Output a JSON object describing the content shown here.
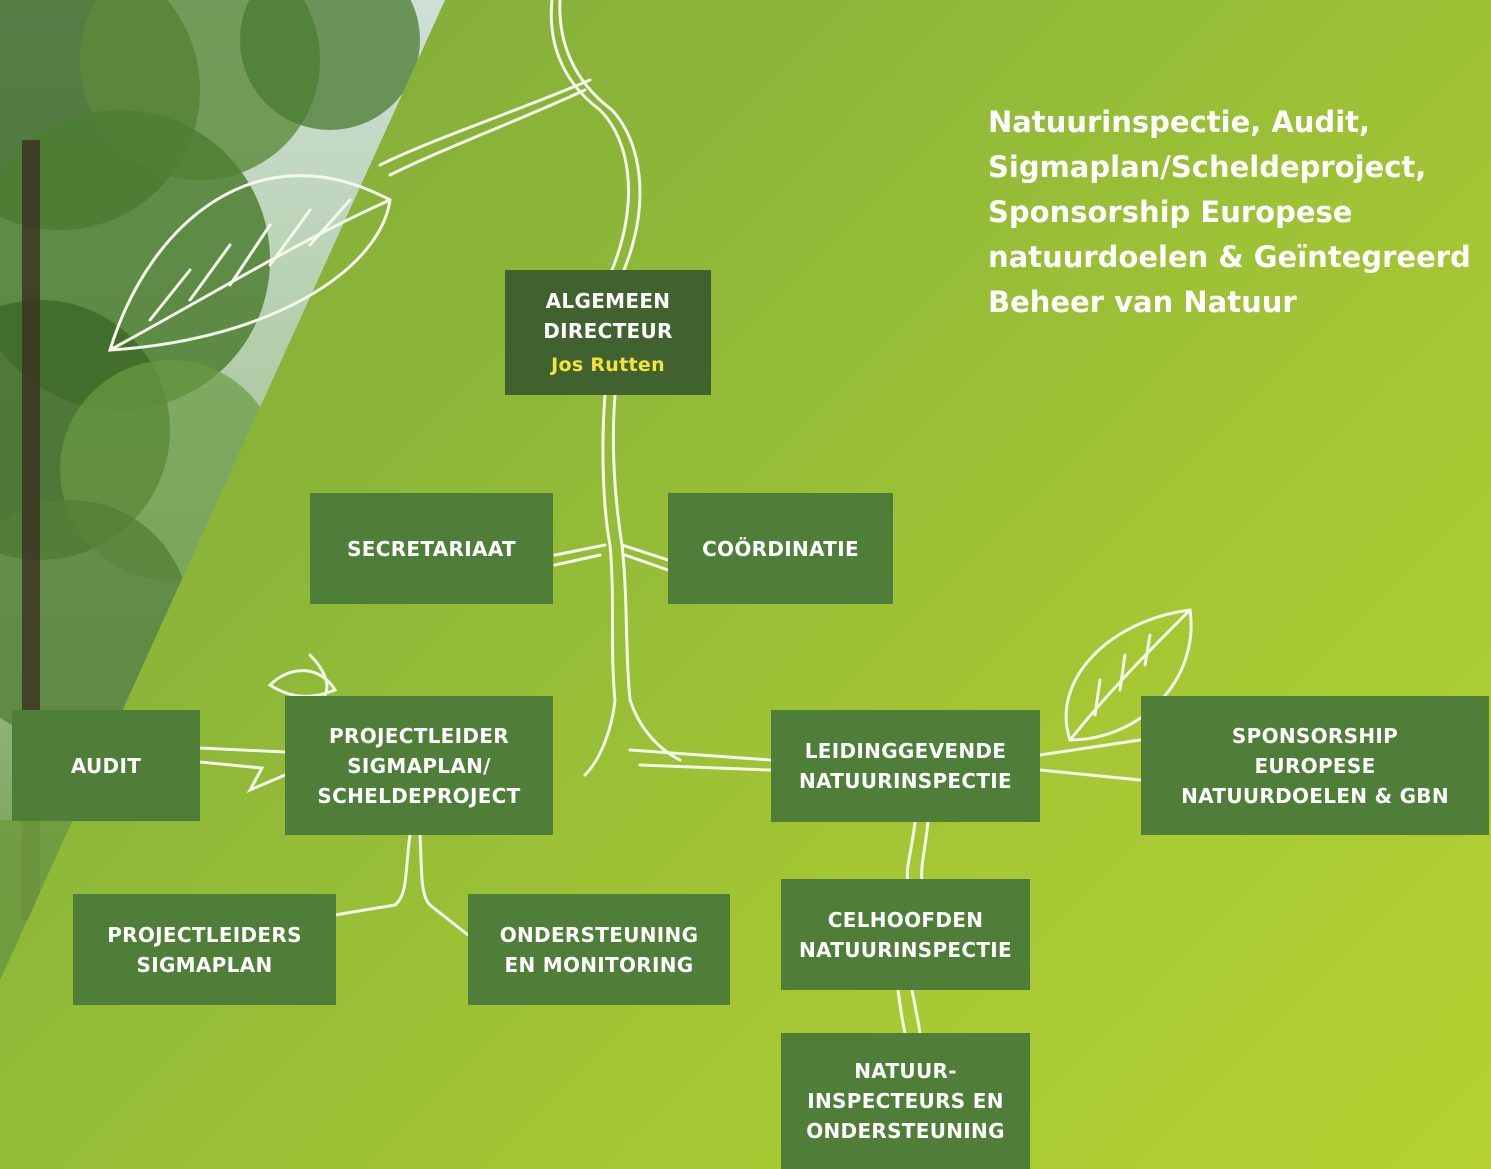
{
  "heading": {
    "lines": [
      "Natuurinspectie, Audit,",
      "Sigmaplan/Scheldeproject,",
      "Sponsorship Europese",
      "natuurdoelen & Geïntegreerd",
      "Beheer van Natuur"
    ]
  },
  "nodes": {
    "director": {
      "title_lines": [
        "ALGEMEEN",
        "DIRECTEUR"
      ],
      "name": "Jos Rutten"
    },
    "secretariaat": {
      "lines": [
        "SECRETARIAAT"
      ]
    },
    "coordinatie": {
      "lines": [
        "COÖRDINATIE"
      ]
    },
    "audit": {
      "lines": [
        "AUDIT"
      ]
    },
    "projectleider": {
      "lines": [
        "PROJECTLEIDER",
        "SIGMAPLAN/",
        "SCHELDEPROJECT"
      ]
    },
    "leidinggevende": {
      "lines": [
        "LEIDINGGEVENDE",
        "NATUURINSPECTIE"
      ]
    },
    "sponsorship": {
      "lines": [
        "SPONSORSHIP",
        "EUROPESE",
        "NATUURDOELEN & GBN"
      ]
    },
    "projectleiders": {
      "lines": [
        "PROJECTLEIDERS",
        "SIGMAPLAN"
      ]
    },
    "ondersteuning": {
      "lines": [
        "ONDERSTEUNING",
        "EN MONITORING"
      ]
    },
    "celhoofden": {
      "lines": [
        "CELHOOFDEN",
        "NATUURINSPECTIE"
      ]
    },
    "natuurinspecteurs": {
      "lines": [
        "NATUUR-",
        "INSPECTEURS EN",
        "ONDERSTEUNING"
      ]
    }
  },
  "colors": {
    "box": "#4f7e38",
    "director_box": "#40622e",
    "director_name": "#f3e33a",
    "background": "#a4c634"
  },
  "icons": [
    "tree-photo",
    "leaf-sketch-icon"
  ]
}
